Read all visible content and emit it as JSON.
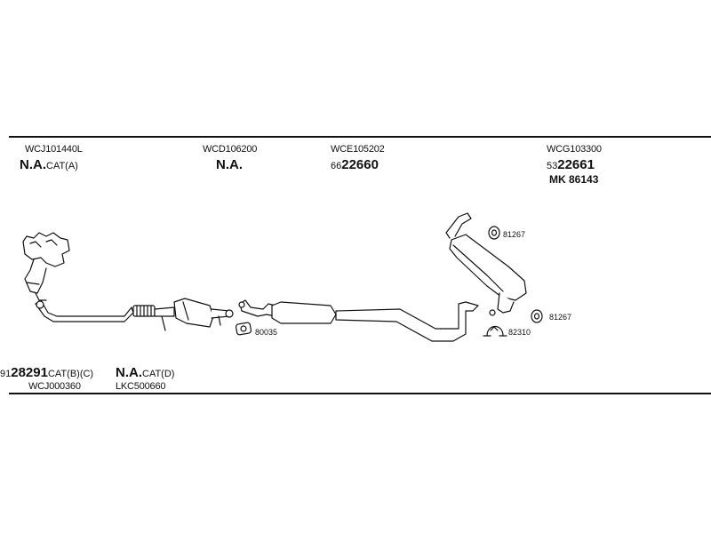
{
  "top": {
    "col1": {
      "code": "WCJ101440L",
      "main": "N.A.",
      "suffix": "CAT(A)"
    },
    "col2": {
      "code": "WCD106200",
      "main": "N.A."
    },
    "col3": {
      "code": "WCE105202",
      "prefix": "66",
      "main": "22660"
    },
    "col4": {
      "code": "WCG103300",
      "prefix": "53",
      "main": "22661",
      "extra": "MK 86143"
    }
  },
  "bottom": {
    "left_prefix": "91",
    "left_main": "28291",
    "left_suffix": "CAT(B)(C)",
    "left_code": "WCJ000360",
    "mid_main": "N.A.",
    "mid_suffix": "CAT(D)",
    "mid_code": "LKC500660"
  },
  "parts": {
    "gasket": "80035",
    "hanger_upper": "81267",
    "hanger_lower": "81267",
    "clamp": "82310"
  }
}
